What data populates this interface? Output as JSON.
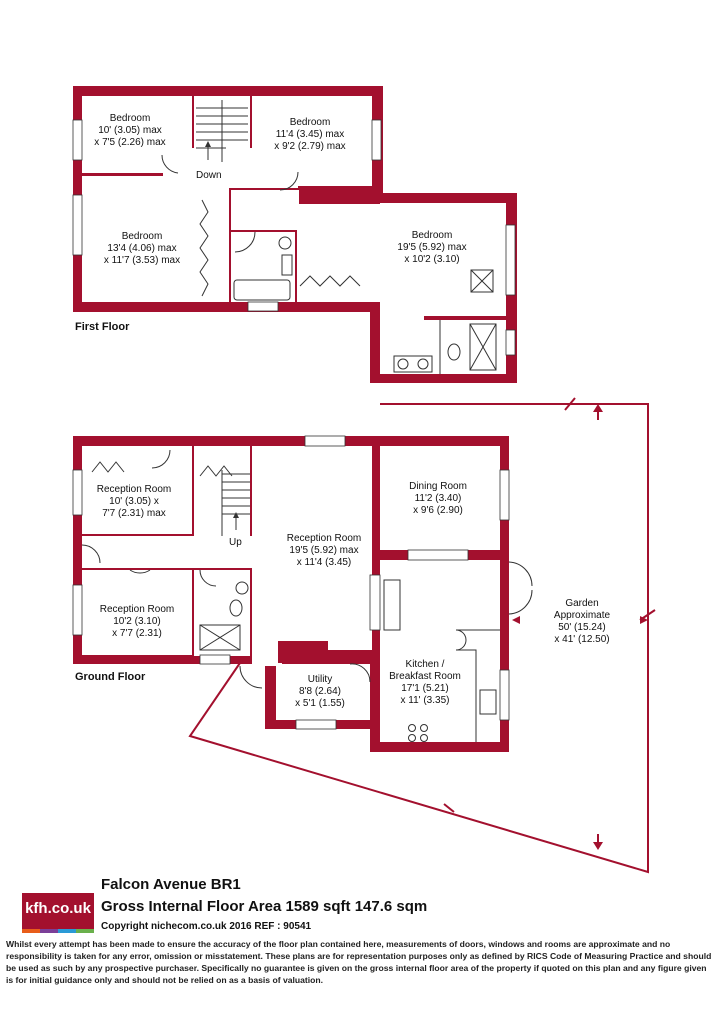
{
  "floors": {
    "first": {
      "label": "First Floor",
      "rooms": [
        {
          "name": "Bedroom",
          "dims": [
            "10' (3.05) max",
            "x 7'5 (2.26) max"
          ]
        },
        {
          "name": "Bedroom",
          "dims": [
            "11'4 (3.45) max",
            "x 9'2 (2.79) max"
          ]
        },
        {
          "name": "Bedroom",
          "dims": [
            "13'4 (4.06) max",
            "x 11'7 (3.53) max"
          ]
        },
        {
          "name": "Bedroom",
          "dims": [
            "19'5 (5.92) max",
            "x 10'2 (3.10)"
          ]
        }
      ],
      "stairs_label": "Down"
    },
    "ground": {
      "label": "Ground Floor",
      "rooms": [
        {
          "name": "Reception Room",
          "dims": [
            "10' (3.05) x",
            "7'7 (2.31) max"
          ]
        },
        {
          "name": "Reception Room",
          "dims": [
            "19'5 (5.92) max",
            "x 11'4 (3.45)"
          ]
        },
        {
          "name": "Dining Room",
          "dims": [
            "11'2 (3.40)",
            "x 9'6 (2.90)"
          ]
        },
        {
          "name": "Reception Room",
          "dims": [
            "10'2 (3.10)",
            "x 7'7 (2.31)"
          ]
        },
        {
          "name": "Kitchen /",
          "dims": [
            "Breakfast Room",
            "17'1 (5.21)",
            "x 11' (3.35)"
          ]
        },
        {
          "name": "Utility",
          "dims": [
            "8'8 (2.64)",
            "x 5'1 (1.55)"
          ]
        }
      ],
      "stairs_label": "Up",
      "garden": {
        "name": "Garden",
        "dims": [
          "Approximate",
          "50' (15.24)",
          "x 41' (12.50)"
        ]
      }
    }
  },
  "footer": {
    "logo_text": "kfh.co.uk",
    "logo_colors": [
      "#e85d1a",
      "#7b3f98",
      "#2a9ad6",
      "#6ab04c"
    ],
    "address": "Falcon Avenue  BR1",
    "gross_area": "Gross Internal Floor Area 1589 sqft 147.6 sqm",
    "copyright": "Copyright nichecom.co.uk 2016 REF : 90541",
    "disclaimer": "Whilst every attempt has been made to ensure the accuracy of the floor plan contained here, measurements of doors, windows and rooms are approximate and no responsibility is taken for any error, omission or misstatement.  These plans are for representation purposes only as defined by RICS Code of Measuring Practice and should be used as such by any prospective purchaser.  Specifically no guarantee is given on the gross internal floor area of the property if quoted on this plan and any figure given is for initial guidance only and should not be relied on as a basis of valuation."
  },
  "colors": {
    "wall": "#a3102e",
    "accent": "#a3102e"
  }
}
